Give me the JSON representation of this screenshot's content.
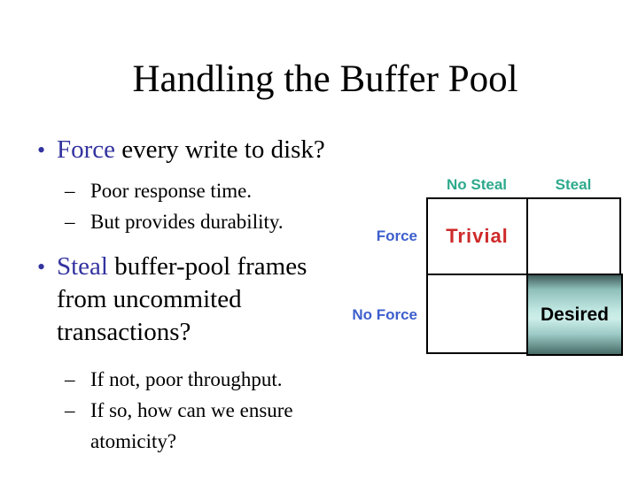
{
  "slide": {
    "title": "Handling the Buffer Pool",
    "markers": {
      "bullet": "•",
      "dash": "–"
    },
    "bullet1": {
      "keyword": "Force",
      "text": " every write to disk?",
      "subs": {
        "item1": "Poor response time.",
        "item2": "But provides durability."
      }
    },
    "bullet2": {
      "keyword": "Steal",
      "text": " buffer-pool frames\nfrom uncommited\ntransactions?",
      "subs": {
        "item1": "If not, poor throughput.",
        "item2": "If so, how can we ensure\natomicity?"
      }
    }
  },
  "matrix": {
    "col_headers": [
      "No Steal",
      "Steal"
    ],
    "row_headers": [
      "Force",
      "No Force"
    ],
    "cells": {
      "force_no_steal": "Trivial",
      "force_steal": "",
      "no_force_no_steal": "",
      "no_force_steal": "Desired"
    }
  },
  "colors": {
    "keyword_blue": "#3333a0",
    "matrix_label_blue": "#3d5fcc",
    "header_green": "#2ea98c",
    "trivial_red": "#ce2a2a",
    "desired_dark": "#3e5c5a",
    "desired_light": "#cdeee9",
    "background": "#ffffff",
    "text": "#000000"
  }
}
